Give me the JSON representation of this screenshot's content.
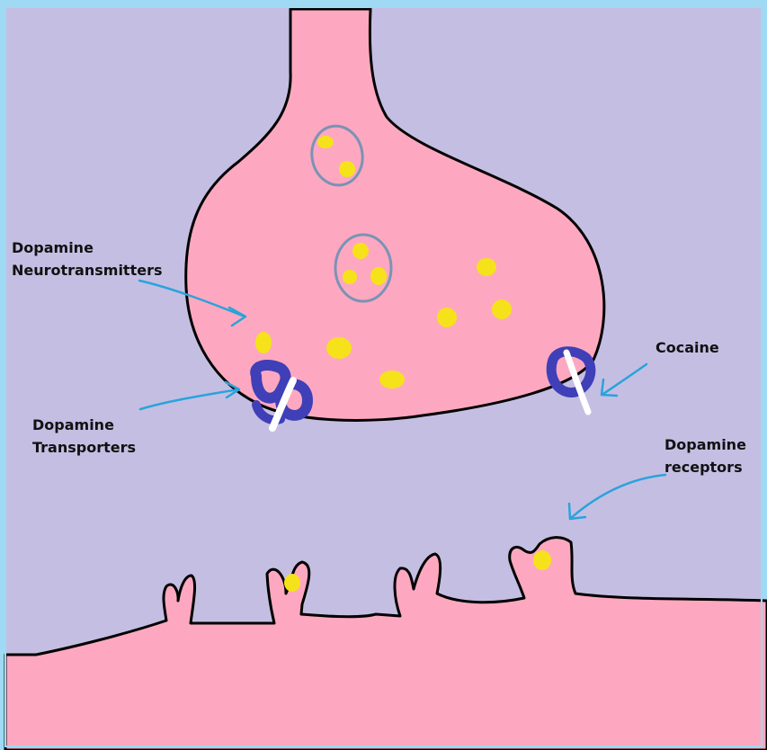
{
  "labels": {
    "neurotransmitters": [
      "Dopamine",
      "Neurotransmitters"
    ],
    "transporters": [
      "Dopamine",
      "Transporters"
    ],
    "cocaine": "Cocaine",
    "receptors": [
      "Dopamine",
      "receptors"
    ]
  },
  "colors": {
    "frame": "#9fd9f3",
    "synaptic_cleft": "#c5bee3",
    "neuron": "#fda8c0",
    "outline": "#000000",
    "vesicle_outline": "#7a93b4",
    "dopamine": "#f5e21a",
    "transporter": "#3f3fb8",
    "cocaine_mark": "#ffffff",
    "arrow": "#2aa3db"
  },
  "icons": [
    "vesicle-icon",
    "dopamine-molecule-icon",
    "transporter-icon",
    "cocaine-icon",
    "arrow-icon"
  ]
}
